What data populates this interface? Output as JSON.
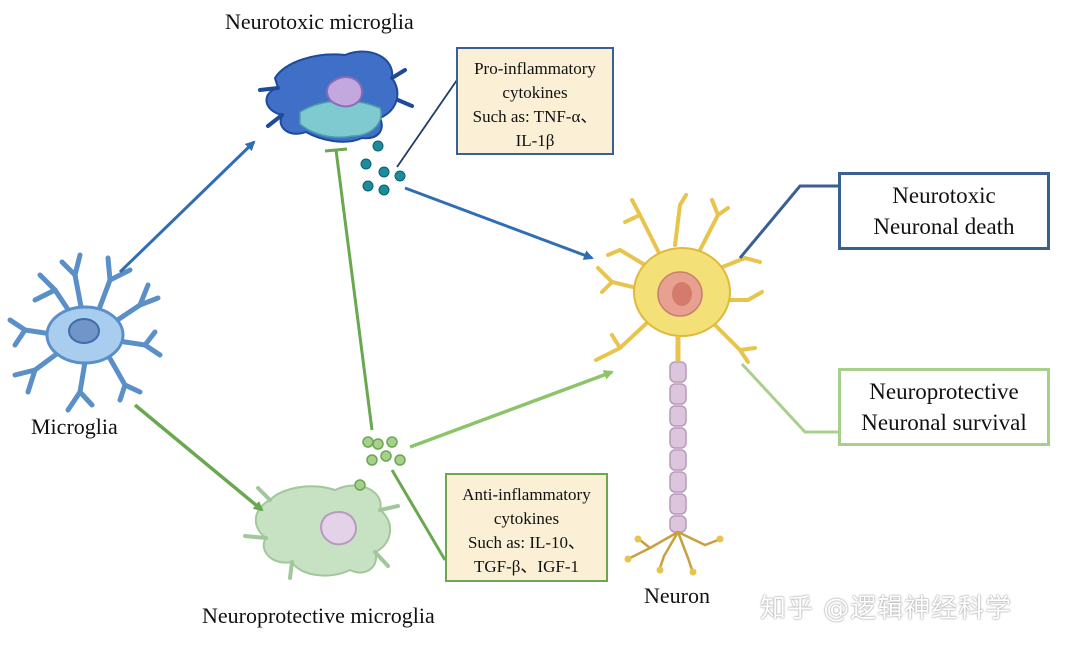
{
  "labels": {
    "neurotoxic_microglia": "Neurotoxic microglia",
    "microglia": "Microglia",
    "neuroprotective_microglia": "Neuroprotective microglia",
    "neuron": "Neuron"
  },
  "pro_box": {
    "line1": "Pro-inflammatory",
    "line2": "cytokines",
    "line3": "Such as: TNF-α、",
    "line4": "IL-1β"
  },
  "anti_box": {
    "line1": "Anti-inflammatory",
    "line2": "cytokines",
    "line3": "Such as: IL-10、",
    "line4": "TGF-β、IGF-1"
  },
  "outcome_toxic": {
    "line1": "Neurotoxic",
    "line2": "Neuronal death"
  },
  "outcome_protective": {
    "line1": "Neuroprotective",
    "line2": "Neuronal survival"
  },
  "watermark": "知乎 @逻辑神经科学",
  "colors": {
    "blue": "#2f6db5",
    "dark_blue_border": "#3a5f93",
    "green": "#6aa84f",
    "light_green": "#a8d08d",
    "box_fill": "#fbf0d6"
  }
}
